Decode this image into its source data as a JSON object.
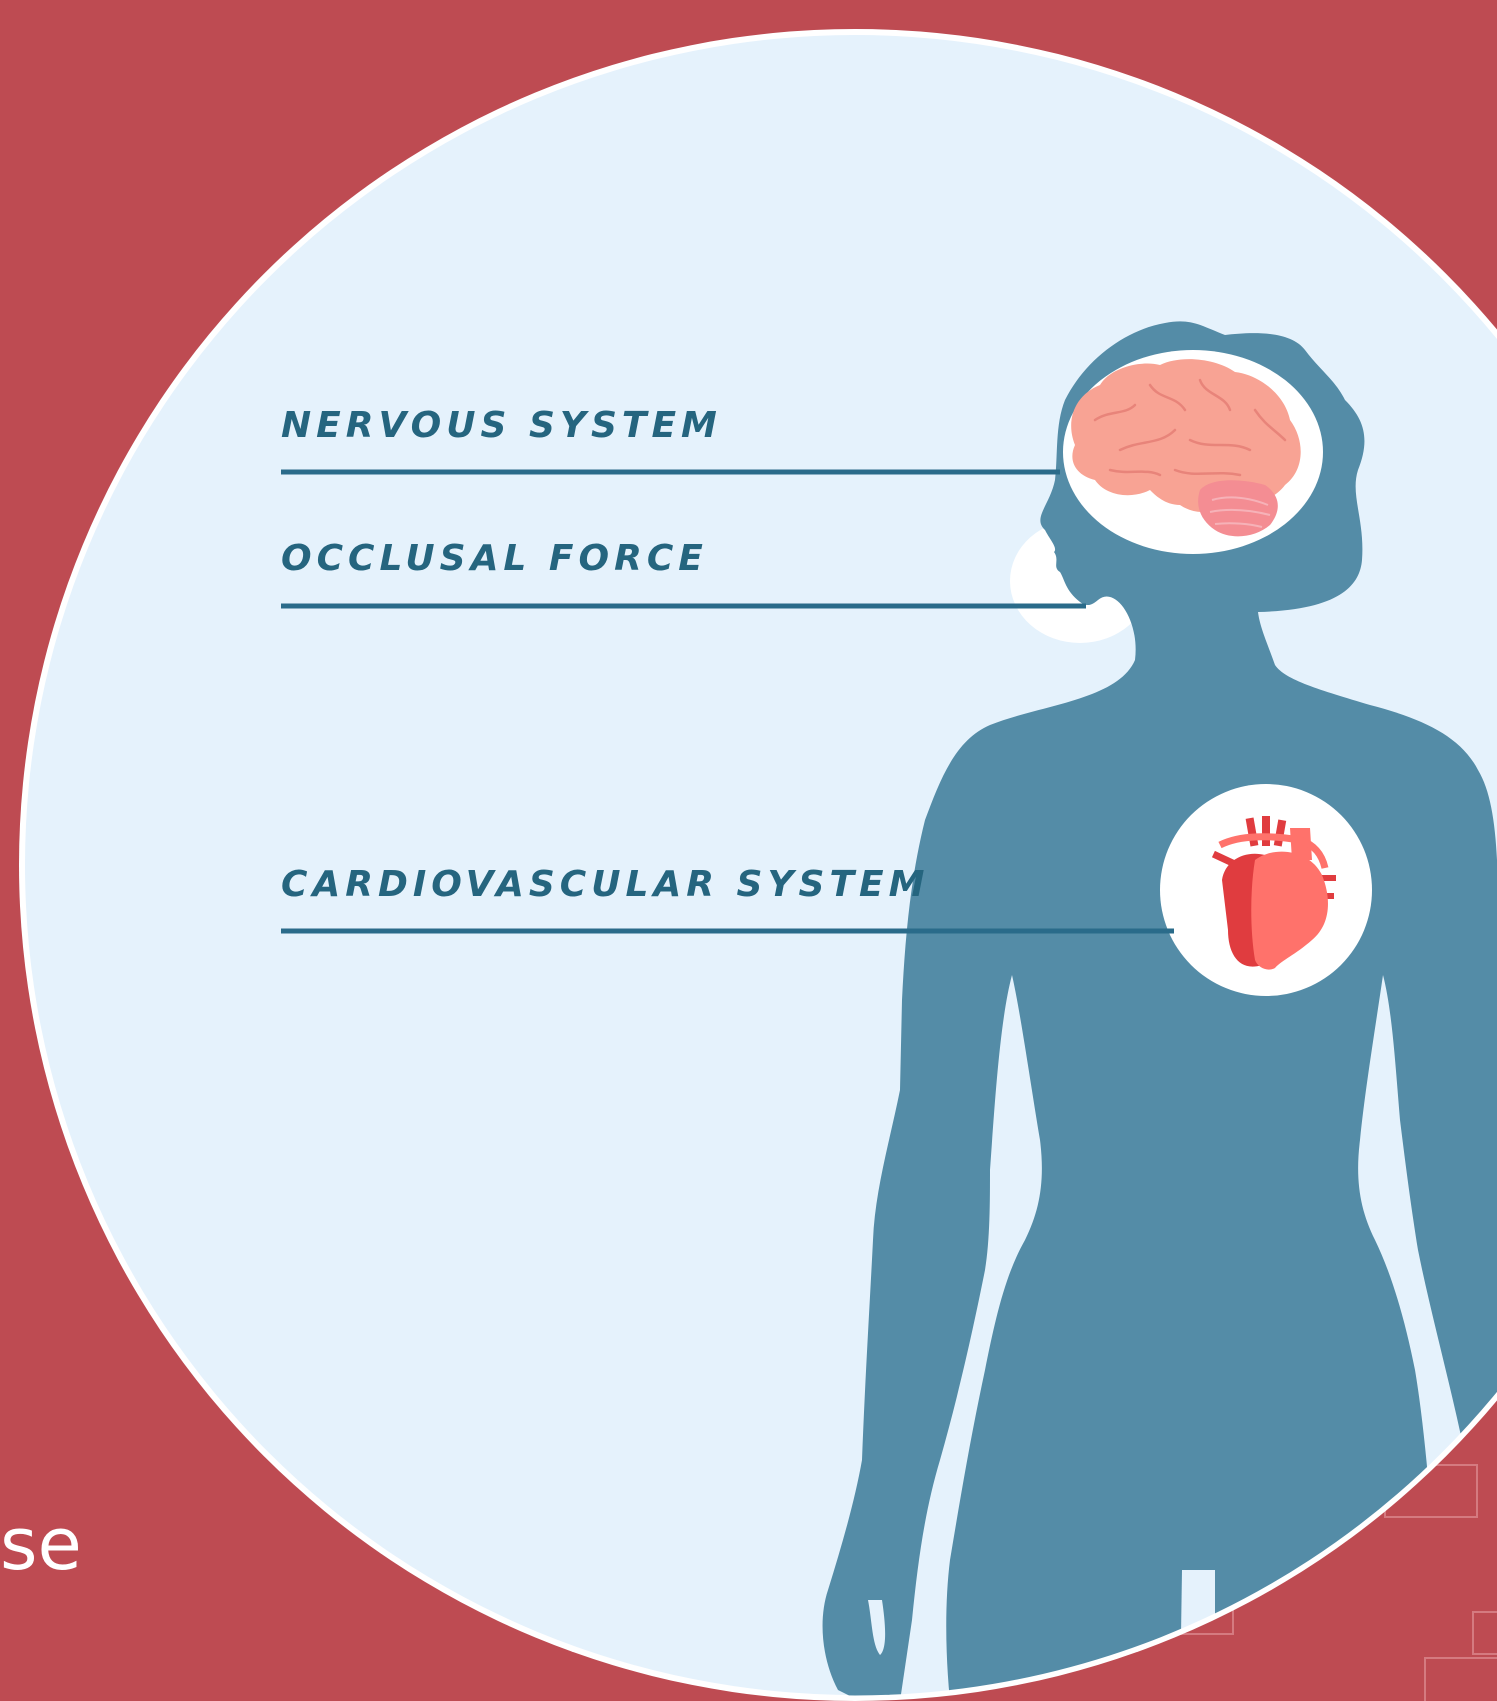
{
  "labels": {
    "nervous": "NERVOUS SYSTEM",
    "occlusal": "OCCLUSAL FORCE",
    "cardio": "CARDIOVASCULAR SYSTEM"
  },
  "corner_text": "se",
  "colors": {
    "background": "#be4b52",
    "circle_fill": "#e5f2fc",
    "silhouette": "#548ca7",
    "label_text": "#25657f",
    "leader_line": "#2a6b8a",
    "brain": "#f8a394",
    "heart_light": "#ff726b",
    "heart_dark": "#e03c3f"
  }
}
